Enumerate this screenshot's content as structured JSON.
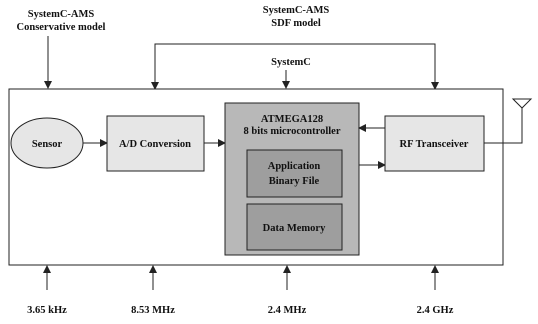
{
  "top_labels": {
    "conservative": [
      "SystemC-AMS",
      "Conservative model"
    ],
    "sdf": [
      "SystemC-AMS",
      "SDF model"
    ],
    "systemc": "SystemC"
  },
  "blocks": {
    "sensor": "Sensor",
    "adc": "A/D Conversion",
    "mcu": [
      "ATMEGA128",
      "8 bits microcontroller"
    ],
    "app": [
      "Application",
      "Binary File"
    ],
    "memory": "Data Memory",
    "rf": "RF Transceiver"
  },
  "frequencies": [
    "3.65 kHz",
    "8.53 MHz",
    "2.4 MHz",
    "2.4 GHz"
  ],
  "colors": {
    "outer_fill": "#ffffff",
    "block_fill": "#e6e6e6",
    "mcu_fill": "#b8b8b8",
    "inner_fill": "#9e9e9e",
    "stroke": "#222222"
  }
}
